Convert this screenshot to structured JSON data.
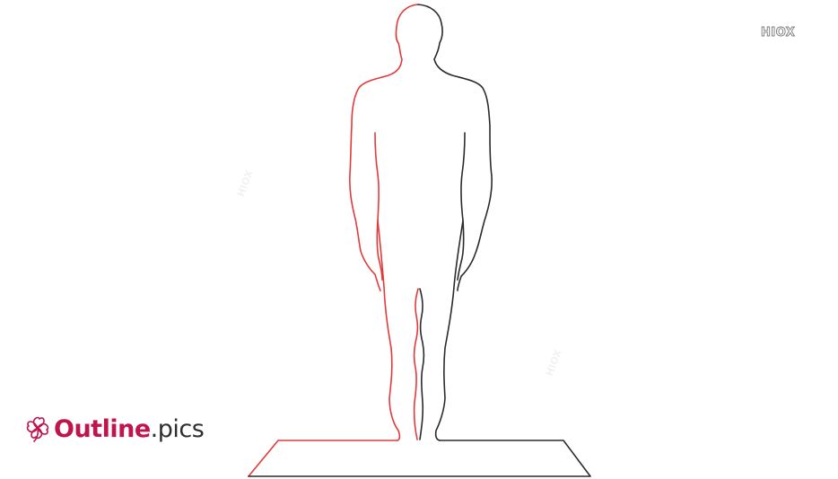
{
  "watermark": {
    "text": "HIOX"
  },
  "logo": {
    "word": "Outline",
    "tld": ".pics",
    "icon": "clover-outline-icon",
    "brand_color": "#c0144c",
    "tld_color": "#2f2f2f"
  },
  "illustration": {
    "subject": "human-figure-outline",
    "stroke_colors": [
      "#e23a3a",
      "#2b2b2b"
    ]
  }
}
